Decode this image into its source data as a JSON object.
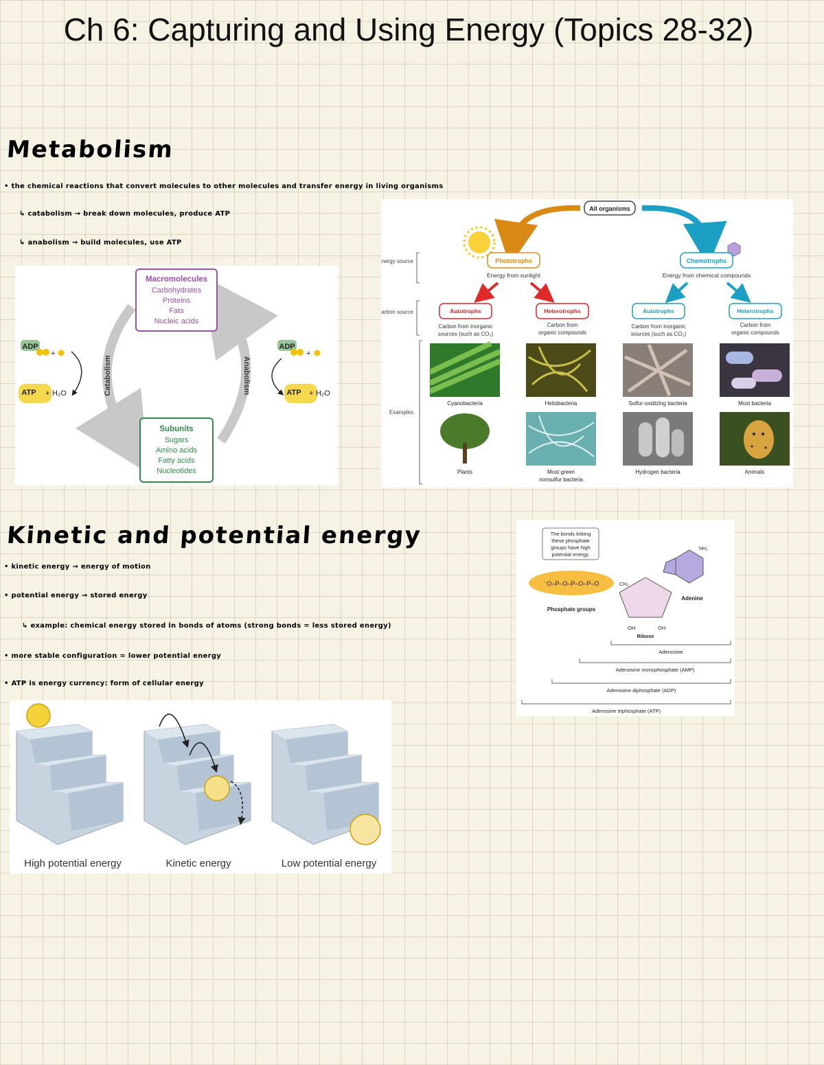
{
  "title": "Ch 6: Capturing and Using Energy (Topics 28-32)",
  "sections": {
    "metabolism": {
      "heading": "Metabolism",
      "notes": [
        "the chemical reactions that convert molecules to other molecules and transfer energy in living organisms",
        "catabolism → break down molecules, produce ATP",
        "anabolism → build molecules, use ATP"
      ]
    },
    "energy": {
      "heading": "Kinetic and potential energy",
      "notes": [
        "kinetic energy → energy of motion",
        "potential energy → stored energy",
        "example: chemical energy stored in bonds of atoms (strong bonds = less stored energy)",
        "more stable configuration = lower potential energy",
        "ATP is energy currency: form of cellular energy"
      ]
    }
  },
  "cycle_figure": {
    "top_box_title": "Macromolecules",
    "top_box_items": [
      "Carbohydrates",
      "Proteins",
      "Fats",
      "Nucleic acids"
    ],
    "bottom_box_title": "Subunits",
    "bottom_box_items": [
      "Sugars",
      "Amino acids",
      "Fatty acids",
      "Nucleotides"
    ],
    "left_label": "Catabolism",
    "right_label": "Anabolism",
    "adp": "ADP",
    "atp": "ATP",
    "plus": "+",
    "h2o": "H₂O",
    "colors": {
      "macro": "#9b4fa6",
      "sub": "#2f8a4a",
      "arrow": "#c8c8c8"
    }
  },
  "organisms_figure": {
    "root": "All organisms",
    "row_labels": {
      "energy": "Energy source",
      "carbon": "Carbon source",
      "examples": "Examples"
    },
    "phototrophs": "Phototrophs",
    "phototrophs_sub": "Energy from sunlight",
    "chemotrophs": "Chemotrophs",
    "chemotrophs_sub": "Energy from chemical compounds",
    "carbon_boxes": [
      {
        "label": "Autotrophs",
        "desc1": "Carbon from inorganic",
        "desc2": "sources (such as CO₂)"
      },
      {
        "label": "Heterotrophs",
        "desc1": "Carbon from",
        "desc2": "organic compounds"
      },
      {
        "label": "Autotrophs",
        "desc1": "Carbon from inorganic",
        "desc2": "sources (such as CO₂)"
      },
      {
        "label": "Heterotrophs",
        "desc1": "Carbon from",
        "desc2": "organic compounds"
      }
    ],
    "examples_row1": [
      "Cyanobacteria",
      "Heliobacteria",
      "Sulfur-oxidizing bacteria",
      "Most bacteria"
    ],
    "examples_row2": [
      "Plants",
      "Most green",
      "Hydrogen bacteria",
      "Animals"
    ],
    "examples_row2_line2": "nonsulfur bacteria",
    "colors": {
      "photo": "#e08a1a",
      "chemo": "#1b9fc4",
      "auto_red": "#d8262c"
    }
  },
  "atp_figure": {
    "callout": [
      "The bonds linking",
      "these phosphate",
      "groups have high",
      "potential energy."
    ],
    "phosphate_label": "Phosphate groups",
    "ribose_label": "Ribose",
    "adenine_label": "Adenine",
    "nh2": "NH₂",
    "ch2": "CH₂",
    "phosphate_chain": "⁻O–P–O–P–O–P–O",
    "brackets": [
      "Adenosine",
      "Adenosine monophosphate (AMP)",
      "Adenosine diphosphate (ADP)",
      "Adenosine triphosphate (ATP)"
    ]
  },
  "stairs_figure": {
    "labels": [
      "High potential energy",
      "Kinetic energy",
      "Low potential energy"
    ]
  }
}
